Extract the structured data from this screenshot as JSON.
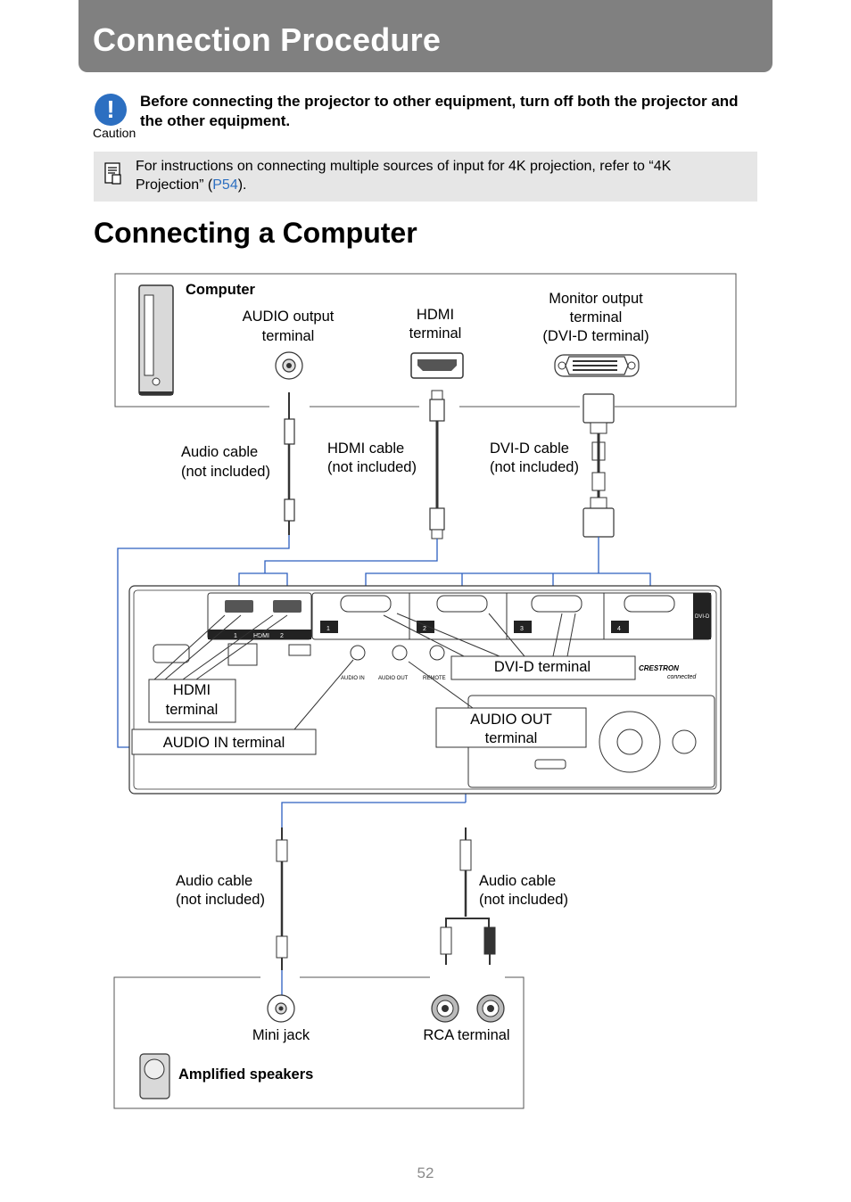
{
  "header": {
    "title": "Connection Procedure"
  },
  "caution": {
    "icon_label": "Caution",
    "text": "Before connecting the projector to other equipment, turn off both the projector and the other equipment."
  },
  "note": {
    "text_before": "For instructions on connecting multiple sources of input for 4K projection, refer to “4K Projection” (",
    "link": "P54",
    "text_after": ")."
  },
  "section": {
    "title": "Connecting a Computer"
  },
  "diagram": {
    "computer_label": "Computer",
    "audio_output_line1": "AUDIO output",
    "audio_output_line2": "terminal",
    "hdmi_line1": "HDMI",
    "hdmi_line2": "terminal",
    "monitor_line1": "Monitor output",
    "monitor_line2": "terminal",
    "monitor_line3": "(DVI-D terminal)",
    "audio_cable_line1": "Audio cable",
    "audio_cable_line2": "(not included)",
    "hdmi_cable_line1": "HDMI cable",
    "hdmi_cable_line2": "(not included)",
    "dvi_cable_line1": "DVI-D cable",
    "dvi_cable_line2": "(not included)",
    "panel_hdmi_line1": "HDMI",
    "panel_hdmi_line2": "terminal",
    "panel_audio_in": "AUDIO IN terminal",
    "panel_dvi": "DVI-D terminal",
    "panel_audio_out_line1": "AUDIO OUT",
    "panel_audio_out_line2": "terminal",
    "port_hdmi_numbers": [
      "1",
      "HDMI",
      "2"
    ],
    "port_dvi_numbers": [
      "1",
      "2",
      "3",
      "4"
    ],
    "port_audio_in": "AUDIO IN",
    "port_audio_out": "AUDIO OUT",
    "port_remote": "REMOTE",
    "port_dvi_tag": "DVI-D",
    "brand_line1": "CRESTRON",
    "brand_line2": "connected",
    "lower_audio_cable_left_line1": "Audio cable",
    "lower_audio_cable_left_line2": "(not included)",
    "lower_audio_cable_right_line1": "Audio cable",
    "lower_audio_cable_right_line2": "(not included)",
    "mini_jack": "Mini jack",
    "rca_terminal": "RCA terminal",
    "speakers_label": "Amplified speakers",
    "line_color": "#2c5fbf"
  },
  "footer": {
    "page_number": "52"
  }
}
